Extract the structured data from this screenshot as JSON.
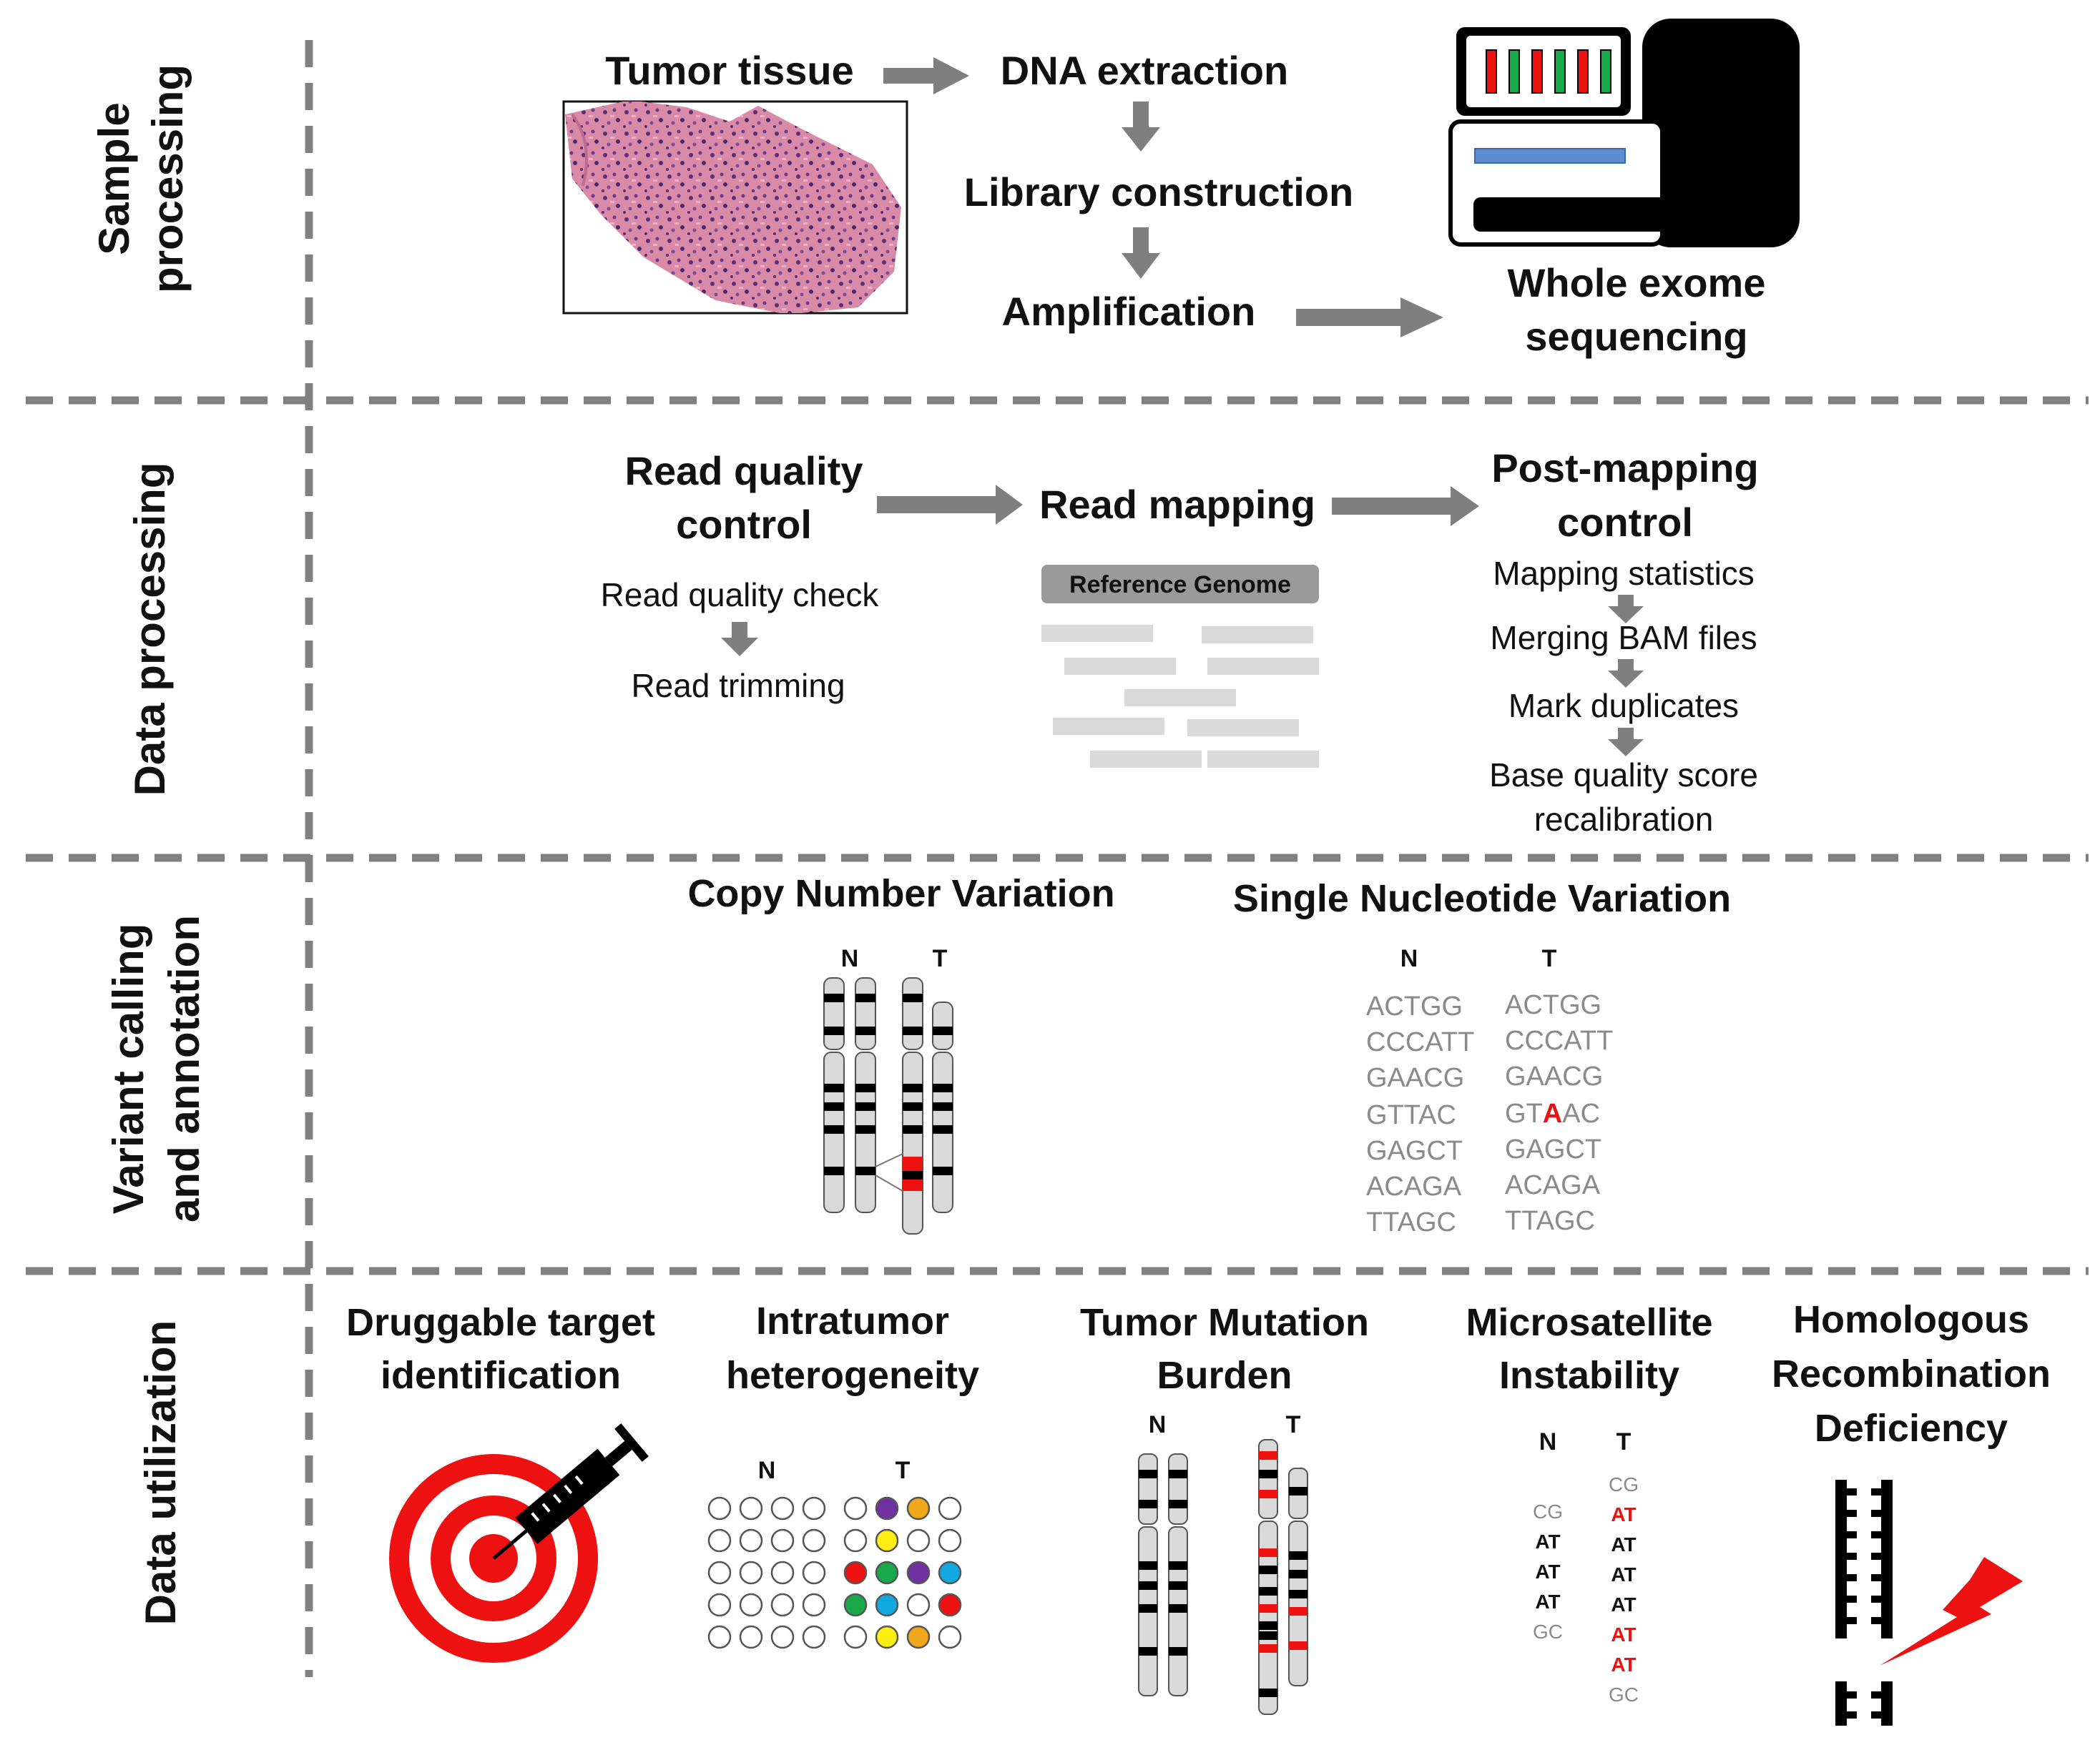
{
  "rows": {
    "sample": "Sample processing",
    "data": "Data processing",
    "variant": "Variant calling and annotation",
    "util": "Data utilization"
  },
  "sample_processing": {
    "tumor_tissue": "Tumor tissue",
    "dna_extraction": "DNA extraction",
    "library_construction": "Library construction",
    "amplification": "Amplification",
    "wes_line1": "Whole exome",
    "wes_line2": "sequencing"
  },
  "data_processing": {
    "rqc_line1": "Read quality",
    "rqc_line2": "control",
    "read_quality_check": "Read quality check",
    "read_trimming": "Read trimming",
    "read_mapping": "Read mapping",
    "reference_genome": "Reference Genome",
    "pmc_line1": "Post-mapping",
    "pmc_line2": "control",
    "steps": [
      "Mapping statistics",
      "Merging BAM files",
      "Mark duplicates",
      "Base quality score",
      "recalibration"
    ]
  },
  "variant": {
    "cnv_title": "Copy Number Variation",
    "snv_title": "Single Nucleotide Variation",
    "n": "N",
    "t": "T",
    "n_seqs": [
      "ACTGG",
      "CCCATT",
      "GAACG",
      "GTTAC",
      "GAGCT",
      "ACAGA",
      "TTAGC"
    ],
    "t_seqs": [
      "ACTGG",
      "CCCATT",
      "GAACG",
      "GT",
      "A",
      "AC",
      "GAGCT",
      "ACAGA",
      "TTAGC"
    ]
  },
  "utilization": {
    "druggable_1": "Druggable target",
    "druggable_2": "identification",
    "ith_1": "Intratumor",
    "ith_2": "heterogeneity",
    "tmb_1": "Tumor Mutation",
    "tmb_2": "Burden",
    "msi_1": "Microsatellite",
    "msi_2": "Instability",
    "hrd_1": "Homologous",
    "hrd_2": "Recombination",
    "hrd_3": "Deficiency",
    "msi_n": [
      "CG",
      "AT",
      "AT",
      "AT",
      "GC"
    ],
    "msi_t": [
      "CG",
      "AT",
      "AT",
      "AT",
      "AT",
      "AT",
      "AT",
      "GC"
    ]
  },
  "colors": {
    "red": "#ee1111",
    "green": "#1aa84a",
    "purple": "#7030a0",
    "orange": "#f0a81c",
    "yellow": "#ffee11",
    "cyan": "#11a8e0",
    "blue_bar": "#5b8ed0",
    "arrow": "#7f7f7f",
    "divider": "#808080"
  }
}
